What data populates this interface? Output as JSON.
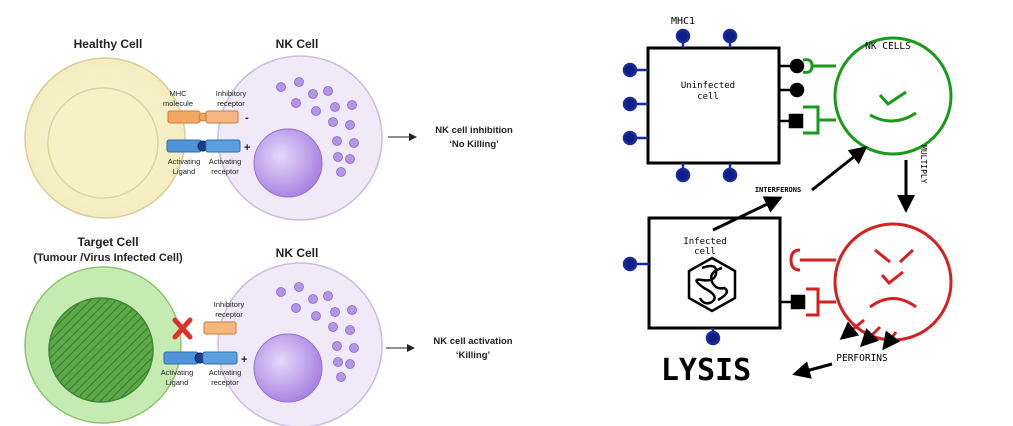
{
  "left_panel": {
    "top": {
      "healthy_title": "Healthy Cell",
      "nk_title": "NK Cell",
      "mhc_label": [
        "MHC",
        "molecule"
      ],
      "inhibitory_label": [
        "Inhibitory",
        "receptor"
      ],
      "minus": "-",
      "plus": "+",
      "activating_ligand_label": [
        "Activating",
        "Ligand"
      ],
      "activating_receptor_label": [
        "Activating",
        "receptor"
      ],
      "outcome": [
        "NK cell inhibition",
        "‘No Killing’"
      ]
    },
    "bottom": {
      "target_title": [
        "Target Cell",
        "(Tumour /Virus Infected Cell)"
      ],
      "nk_title": "NK Cell",
      "inhibitory_label": [
        "Inhibitory",
        "receptor"
      ],
      "plus": "+",
      "activating_ligand_label": [
        "Activating",
        "Ligand"
      ],
      "activating_receptor_label": [
        "Activating",
        "receptor"
      ],
      "outcome": [
        "NK cell activation",
        "‘Killing’"
      ]
    },
    "colors": {
      "healthy_cell": "#f7f0c6",
      "nk_cell": "#efeaf8",
      "nucleus": "#b899e6",
      "target_cell": "#c6ebb2",
      "mhc": "#f3a862",
      "activating": "#4f94d9",
      "cross": "#e0302a"
    }
  },
  "right_panel": {
    "mhc_label": "MHC1",
    "uninfected_label": [
      "Uninfected",
      "cell"
    ],
    "nk_cells_label": "NK CELLS",
    "multiply_label": "MULTIPLY",
    "interferons_label": "INTERFERONS",
    "infected_label": [
      "Infected",
      "cell"
    ],
    "perforins_label": "PERFORINS",
    "lysis_label": "LYSIS",
    "colors": {
      "happy_face": "#1a9a1a",
      "sad_face": "#d42020",
      "mhc_dots": "#1a2a9a"
    }
  }
}
